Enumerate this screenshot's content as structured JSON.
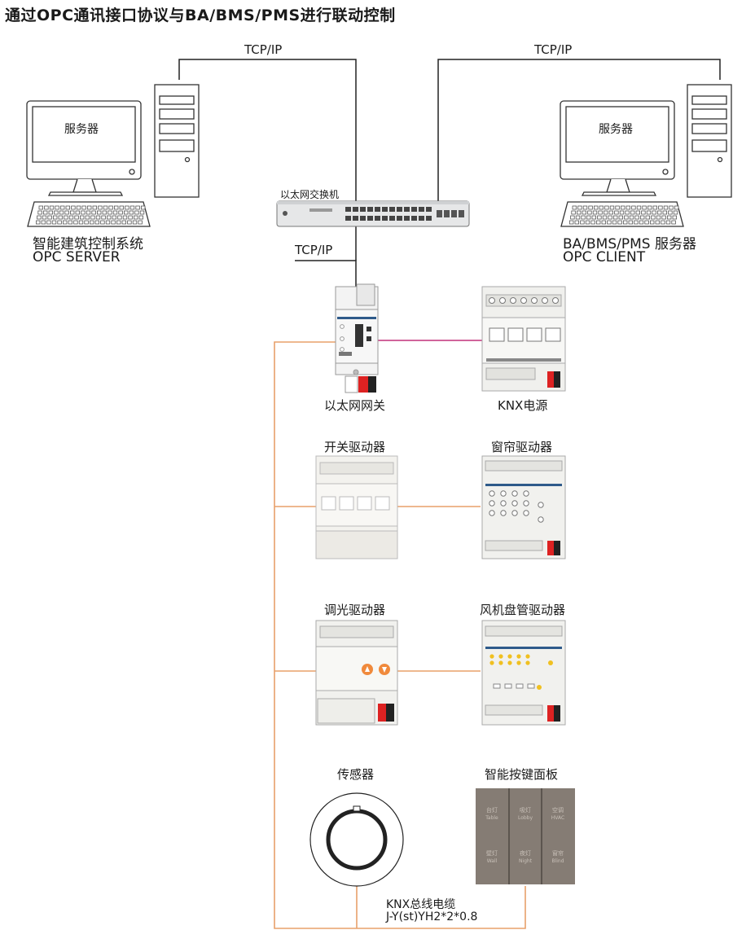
{
  "title": "通过OPC通讯接口协议与BA/BMS/PMS进行联动控制",
  "links": {
    "tcp_left": "TCP/IP",
    "tcp_right": "TCP/IP",
    "tcp_center": "TCP/IP"
  },
  "switch": {
    "label": "以太网交换机"
  },
  "server_left": {
    "screen_text": "服务器",
    "name": "智能建筑控制系统",
    "role": "OPC SERVER"
  },
  "server_right": {
    "screen_text": "服务器",
    "name": "BA/BMS/PMS 服务器",
    "role": "OPC CLIENT"
  },
  "devices": {
    "gateway": "以太网网关",
    "knx_power": "KNX电源",
    "switch_actuator": "开关驱动器",
    "curtain_actuator": "窗帘驱动器",
    "dimming_actuator": "调光驱动器",
    "fancoil_actuator": "风机盘管驱动器",
    "sensor": "传感器",
    "panel": "智能按键面板"
  },
  "panel_keys": {
    "k1": "台灯",
    "k1s": "Table",
    "k2": "吸灯",
    "k2s": "Lobby",
    "k3": "空调",
    "k3s": "HVAC",
    "k4": "壁灯",
    "k4s": "Wall",
    "k5": "夜灯",
    "k5s": "Night",
    "k6": "窗帘",
    "k6s": "Blind"
  },
  "cable": {
    "label": "KNX总线电缆",
    "spec": "J-Y(st)YH2*2*0.8"
  },
  "colors": {
    "tcp_line": "#222222",
    "knx_line": "#e8a06a",
    "link_line": "#c2307a",
    "device_body": "#f2f2ef",
    "panel_body": "#857c74"
  }
}
